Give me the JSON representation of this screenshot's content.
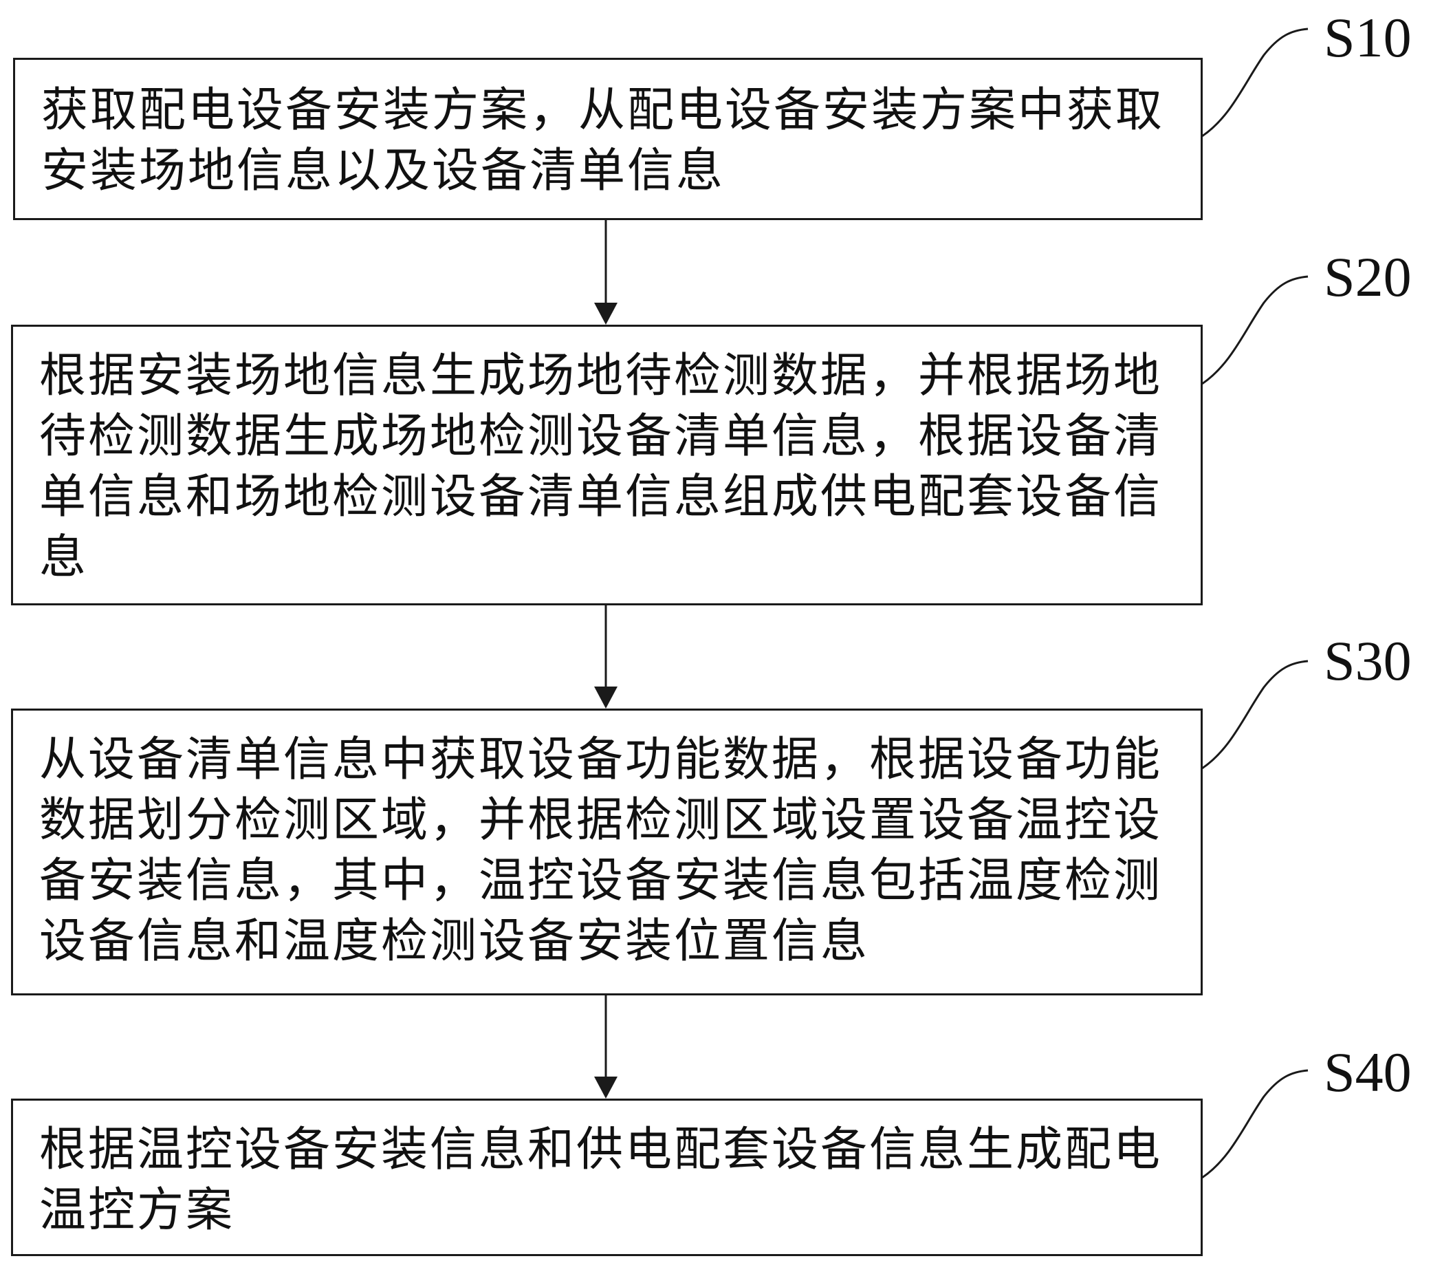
{
  "steps": [
    {
      "id": "S10",
      "text": "获取配电设备安装方案，从配电设备安装方案中获取安装场地信息以及设备清单信息"
    },
    {
      "id": "S20",
      "text": "根据安装场地信息生成场地待检测数据，并根据场地待检测数据生成场地检测设备清单信息，根据设备清单信息和场地检测设备清单信息组成供电配套设备信息"
    },
    {
      "id": "S30",
      "text": "从设备清单信息中获取设备功能数据，根据设备功能数据划分检测区域，并根据检测区域设置设备温控设备安装信息，其中，温控设备安装信息包括温度检测设备信息和温度检测设备安装位置信息"
    },
    {
      "id": "S40",
      "text": "根据温控设备安装信息和供电配套设备信息生成配电温控方案"
    }
  ],
  "colors": {
    "stroke": "#1a1a1a",
    "text": "#111111",
    "background": "#ffffff"
  }
}
